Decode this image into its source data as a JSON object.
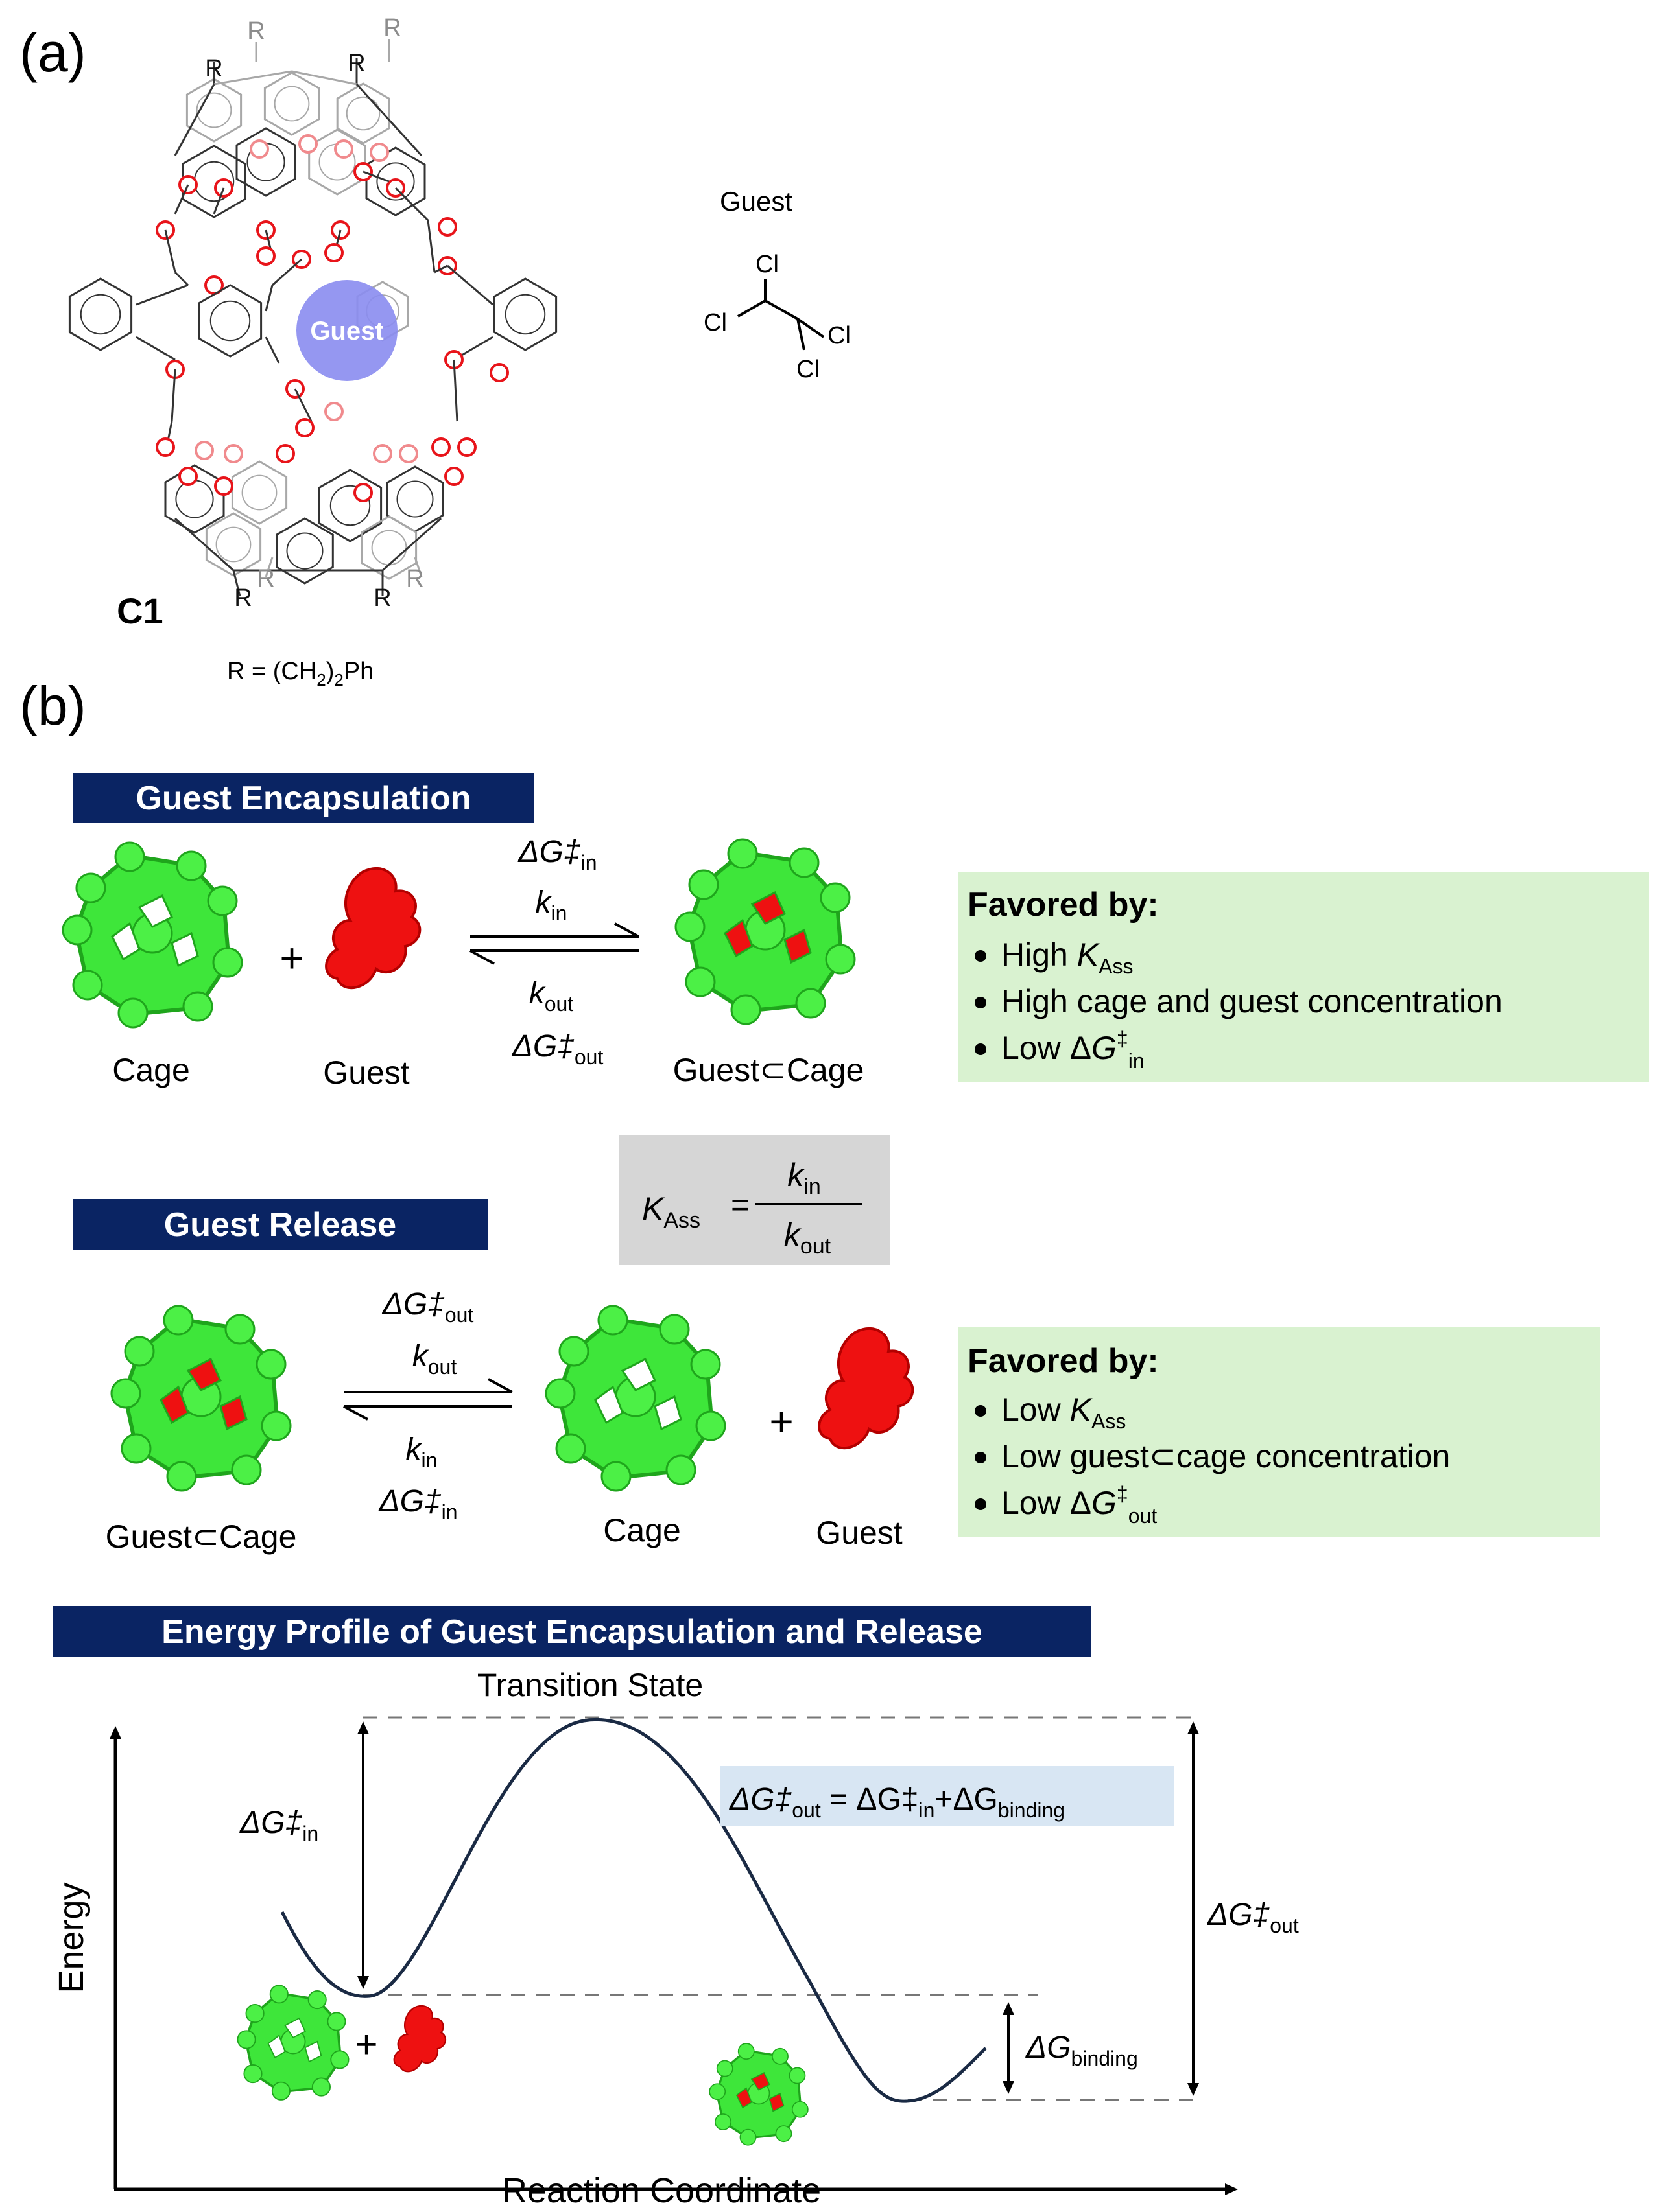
{
  "panel_a": {
    "label": "(a)",
    "compound_label": "C1",
    "guest_badge": "Guest",
    "guest_heading": "Guest",
    "r_label": "R",
    "o_label": "O",
    "cl_label": "Cl",
    "r_definition": {
      "prefix": "R = (CH",
      "sub1": "2",
      "mid": ")",
      "sub2": "2",
      "suffix": "Ph"
    }
  },
  "panel_b": {
    "label": "(b)",
    "encapsulation": {
      "banner": "Guest Encapsulation",
      "cage_caption": "Cage",
      "guest_caption": "Guest",
      "complex_caption": "Guest⊂Cage",
      "plus": "+",
      "arrow_top_dg": "ΔG‡",
      "arrow_top_dg_sub": "in",
      "arrow_top_k": "k",
      "arrow_top_k_sub": "in",
      "arrow_bottom_k": "k",
      "arrow_bottom_k_sub": "out",
      "arrow_bottom_dg": "ΔG‡",
      "arrow_bottom_dg_sub": "out",
      "favored_title": "Favored by:",
      "favored": [
        {
          "text": "High ",
          "italic": "K",
          "sub": "Ass"
        },
        {
          "text": "High cage and guest concentration",
          "italic": "",
          "sub": ""
        },
        {
          "text": "Low Δ",
          "italic": "G",
          "sup": "‡",
          "sub": "in"
        }
      ]
    },
    "kass_formula": {
      "lhs": "K",
      "lhs_sub": "Ass",
      "eq": "=",
      "num": "k",
      "num_sub": "in",
      "den": "k",
      "den_sub": "out"
    },
    "release": {
      "banner": "Guest Release",
      "complex_caption": "Guest⊂Cage",
      "cage_caption": "Cage",
      "guest_caption": "Guest",
      "plus": "+",
      "arrow_top_dg": "ΔG‡",
      "arrow_top_dg_sub": "out",
      "arrow_top_k": "k",
      "arrow_top_k_sub": "out",
      "arrow_bottom_k": "k",
      "arrow_bottom_k_sub": "in",
      "arrow_bottom_dg": "ΔG‡",
      "arrow_bottom_dg_sub": "in",
      "favored_title": "Favored by:",
      "favored": [
        {
          "text": "Low ",
          "italic": "K",
          "sub": "Ass"
        },
        {
          "text": "Low guest⊂cage concentration",
          "italic": "",
          "sub": ""
        },
        {
          "text": "Low Δ",
          "italic": "G",
          "sup": "‡",
          "sub": "out"
        }
      ]
    },
    "energy_profile": {
      "banner": "Energy Profile of Guest Encapsulation and Release",
      "transition_state": "Transition State",
      "y_axis": "Energy",
      "x_axis": "Reaction Coordinate",
      "dg_in": {
        "main": "ΔG‡",
        "sub": "in"
      },
      "dg_out": {
        "main": "ΔG‡",
        "sub": "out"
      },
      "dg_binding": {
        "main": "ΔG",
        "sub": "binding"
      },
      "relation": {
        "a": "ΔG‡",
        "a_sub": "out",
        "eq": " = ΔG‡",
        "b_sub": "in",
        "plus": "+ΔG",
        "c_sub": "binding"
      },
      "plus": "+"
    }
  },
  "colors": {
    "banner": "#0a2463",
    "cage_green": "#3ee63a",
    "cage_dark": "#1fa51c",
    "guest_red": "#ee1111",
    "favored_bg": "#d9f2d0",
    "kass_bg": "#d6d6d6",
    "relation_bg": "#d8e6f3",
    "oxygen": "#e8141a",
    "guest_circle": "#8a8cf0"
  }
}
